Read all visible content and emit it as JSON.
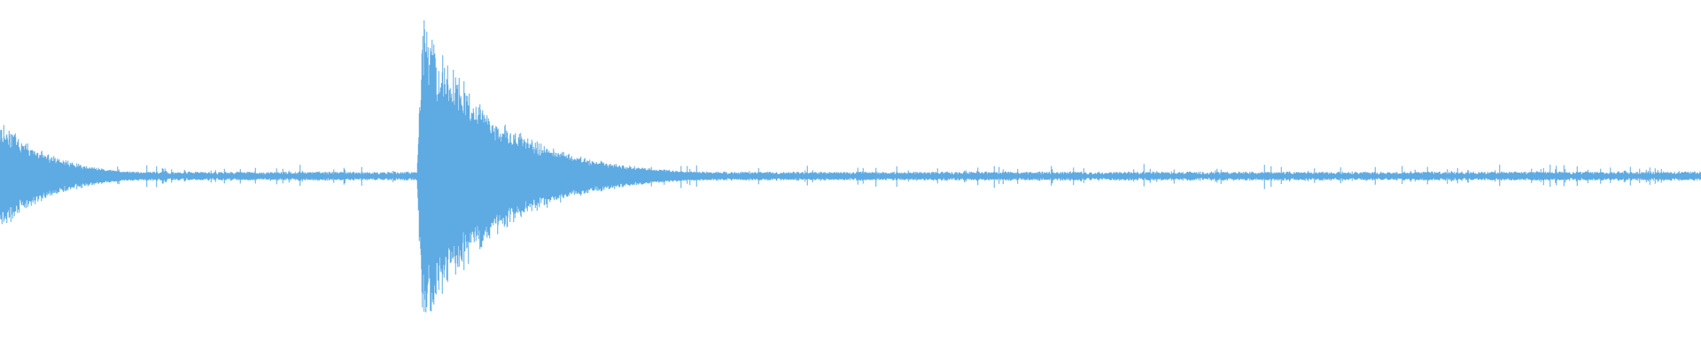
{
  "waveform": {
    "color": "#5eaae2",
    "background": "#ffffff",
    "noise_floor": 0.02,
    "events": [
      {
        "label": "onset-1",
        "start": 0.0,
        "peak_amplitude": 0.36,
        "attack": 0.003,
        "decay": 0.03,
        "tail_amplitude": 0.06,
        "tail_length": 0.06
      },
      {
        "label": "onset-2",
        "start": 0.248,
        "peak_amplitude": 0.98,
        "attack": 0.003,
        "decay": 0.045,
        "tail_amplitude": 0.08,
        "tail_length": 0.07
      }
    ]
  }
}
